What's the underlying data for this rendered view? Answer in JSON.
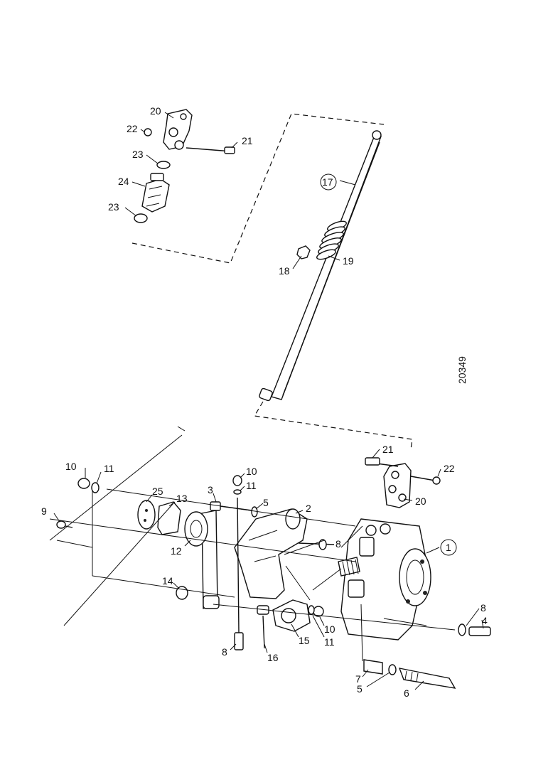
{
  "drawing_code": "20349",
  "labels": {
    "p1": "1",
    "p2": "2",
    "p3": "3",
    "p4": "4",
    "p5a": "5",
    "p5b": "5",
    "p6": "6",
    "p7": "7",
    "p8a": "8",
    "p8b": "8",
    "p8c": "8",
    "p9": "9",
    "p10a": "10",
    "p10b": "10",
    "p10c": "10",
    "p11a": "11",
    "p11b": "11",
    "p11c": "11",
    "p12": "12",
    "p13": "13",
    "p14": "14",
    "p15": "15",
    "p16": "16",
    "p17": "17",
    "p18": "18",
    "p19": "19",
    "p20a": "20",
    "p20b": "20",
    "p21a": "21",
    "p21b": "21",
    "p22a": "22",
    "p22b": "22",
    "p23a": "23",
    "p23b": "23",
    "p24": "24",
    "p25": "25"
  }
}
